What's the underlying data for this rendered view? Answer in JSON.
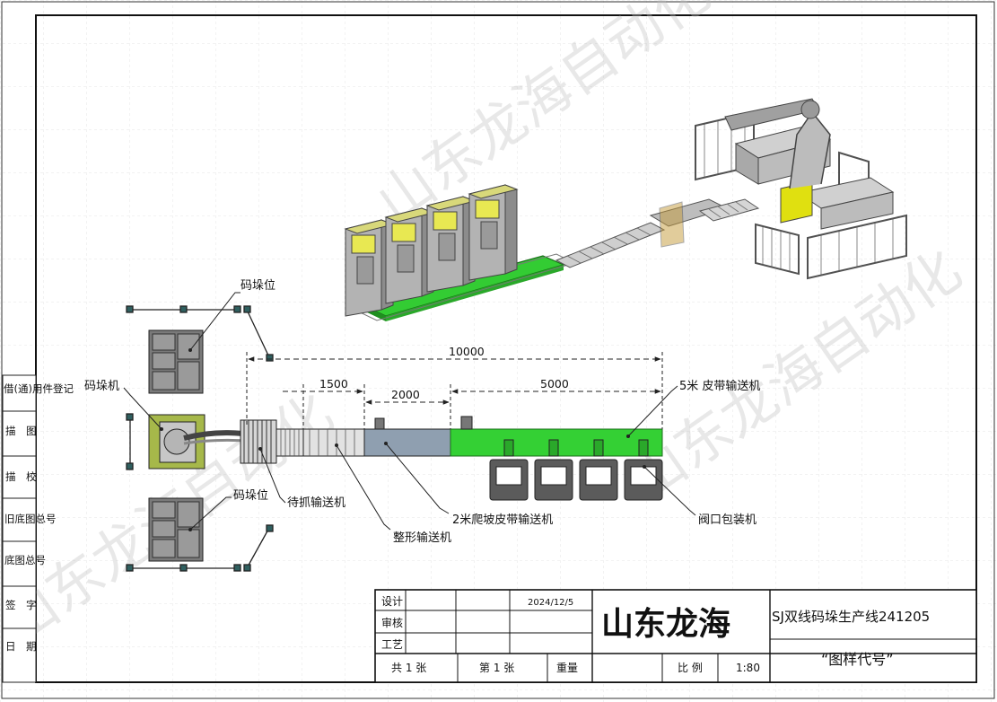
{
  "labels": {
    "stack_pos_top": "码垛位",
    "stack_pos_bottom": "码垛位",
    "palletizer": "码垛机",
    "waiting_conveyor": "待抓输送机",
    "shaping_conveyor": "整形输送机",
    "incline_conveyor": "2米爬坡皮带输送机",
    "belt_conveyor": "5米  皮带输送机",
    "valve_packer": "阀口包装机"
  },
  "dimensions": {
    "total": "10000",
    "d1": "1500",
    "d2": "2000",
    "d3": "5000"
  },
  "side_column": [
    "借(通)用件登记",
    "描　图",
    "描　校",
    "旧底图总号",
    "底图总号",
    "签　字",
    "日　期"
  ],
  "title_block": {
    "design_label": "设计",
    "review_label": "审核",
    "process_label": "工艺",
    "date": "2024/12/5",
    "company": "山东龙海",
    "drawing_name": "SJ双线码垛生产线241205",
    "drawing_code": "“图样代号”",
    "total_sheets": "共 1 张",
    "sheet_no": "第 1 张",
    "weight_label": "重量",
    "scale_label": "比 例",
    "scale_value": "1:80"
  },
  "watermark": [
    "山东龙海自动化",
    "山东龙海自动化",
    "山东龙海自动化"
  ]
}
